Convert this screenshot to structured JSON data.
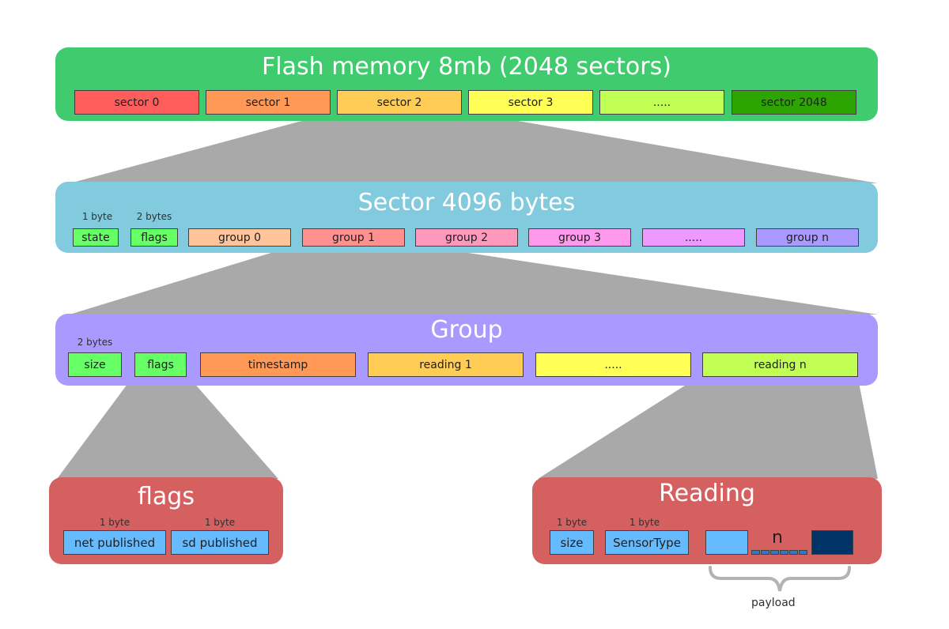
{
  "flash": {
    "title": "Flash memory 8mb (2048 sectors)",
    "color": "#3fcb6e",
    "cells": [
      {
        "label": "sector 0",
        "color": "#ff5c5c"
      },
      {
        "label": "sector 1",
        "color": "#ff9955"
      },
      {
        "label": "sector 2",
        "color": "#ffcc55"
      },
      {
        "label": "sector 3",
        "color": "#ffff55"
      },
      {
        "label": ".....",
        "color": "#c1ff55"
      },
      {
        "label": "sector 2048",
        "color": "#2ca502"
      }
    ]
  },
  "sector": {
    "title": "Sector 4096 bytes",
    "color": "#82cadd",
    "state_note": "1 byte",
    "flags_note": "2 bytes",
    "cells": [
      {
        "label": "state",
        "color": "#66ff66"
      },
      {
        "label": "flags",
        "color": "#66ff66"
      },
      {
        "label": "group 0",
        "color": "#ffc499"
      },
      {
        "label": "group 1",
        "color": "#ff9090"
      },
      {
        "label": "group 2",
        "color": "#ff99bb"
      },
      {
        "label": "group 3",
        "color": "#ff99ee"
      },
      {
        "label": ".....",
        "color": "#ee99ff"
      },
      {
        "label": "group n",
        "color": "#aa99ff"
      }
    ]
  },
  "group": {
    "title": "Group",
    "color": "#aa99ff",
    "size_note": "2 bytes",
    "cells": [
      {
        "label": "size",
        "color": "#66ff66"
      },
      {
        "label": "flags",
        "color": "#66ff66"
      },
      {
        "label": "timestamp",
        "color": "#ff9955"
      },
      {
        "label": "reading 1",
        "color": "#ffcc55"
      },
      {
        "label": ".....",
        "color": "#ffff55"
      },
      {
        "label": "reading n",
        "color": "#c1ff55"
      }
    ]
  },
  "flags": {
    "title": "flags",
    "color": "#d46060",
    "cells": [
      {
        "label": "net published",
        "note": "1 byte",
        "color": "#66bbff"
      },
      {
        "label": "sd published",
        "note": "1 byte",
        "color": "#66bbff"
      }
    ]
  },
  "reading": {
    "title": "Reading",
    "color": "#d46060",
    "cells": [
      {
        "label": "size",
        "note": "1 byte",
        "color": "#66bbff"
      },
      {
        "label": "SensorType",
        "note": "1 byte",
        "color": "#66bbff"
      }
    ],
    "payload": {
      "start_color": "#66bbff",
      "end_color": "#003366",
      "mid_color": "#3377cc",
      "n_label": "n",
      "label": "payload"
    }
  },
  "connector_color": "#a9a9a9",
  "brace_color": "#b3b3b3"
}
